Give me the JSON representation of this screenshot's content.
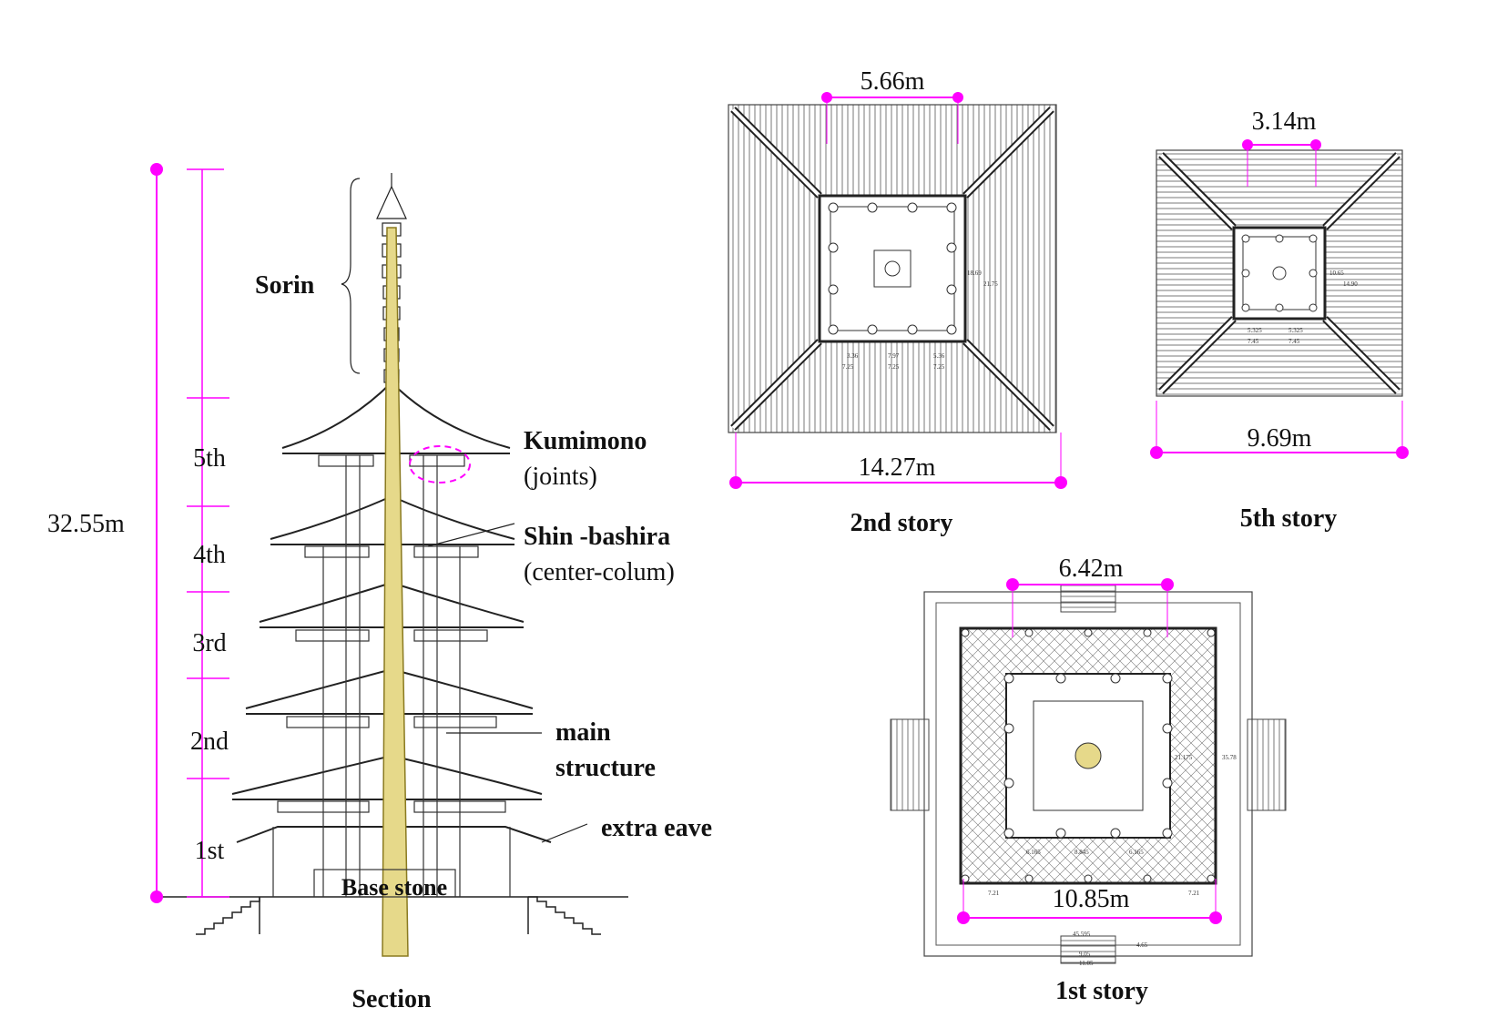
{
  "colors": {
    "dimension": "#ff00ff",
    "center_column": "#e6d98a",
    "center_column_stroke": "#8a7a20",
    "ink": "#222222"
  },
  "section": {
    "caption": "Section",
    "height_dim": "32.55m",
    "stories": [
      "5th",
      "4th",
      "3rd",
      "2nd",
      "1st"
    ],
    "labels": {
      "sorin": "Sorin",
      "kumimono": "Kumimono",
      "kumimono_sub": "(joints)",
      "shin_bashira": "Shin -bashira",
      "shin_bashira_sub": "(center-colum)",
      "main_structure_1": "main",
      "main_structure_2": "structure",
      "extra_eave": "extra eave",
      "base_stone": "Base stone"
    }
  },
  "plan_2nd": {
    "caption": "2nd story",
    "top_dim": "5.66m",
    "bottom_dim": "14.27m",
    "fine_dims": [
      "18.69",
      "21.75",
      "3.36",
      "7.97",
      "5.36",
      "7.25",
      "7.25",
      "7.25"
    ]
  },
  "plan_5th": {
    "caption": "5th story",
    "top_dim": "3.14m",
    "bottom_dim": "9.69m",
    "fine_dims": [
      "10.65",
      "14.90",
      "5.325",
      "5.325",
      "7.45",
      "7.45"
    ]
  },
  "plan_1st": {
    "caption": "1st story",
    "top_dim": "6.42m",
    "bottom_dim": "10.85m",
    "fine_dims": [
      "21.175",
      "35.78",
      "6.165",
      "8.845",
      "6.165",
      "7.21",
      "7.21",
      "45.595",
      "9.05",
      "11.05",
      "4.65"
    ]
  }
}
